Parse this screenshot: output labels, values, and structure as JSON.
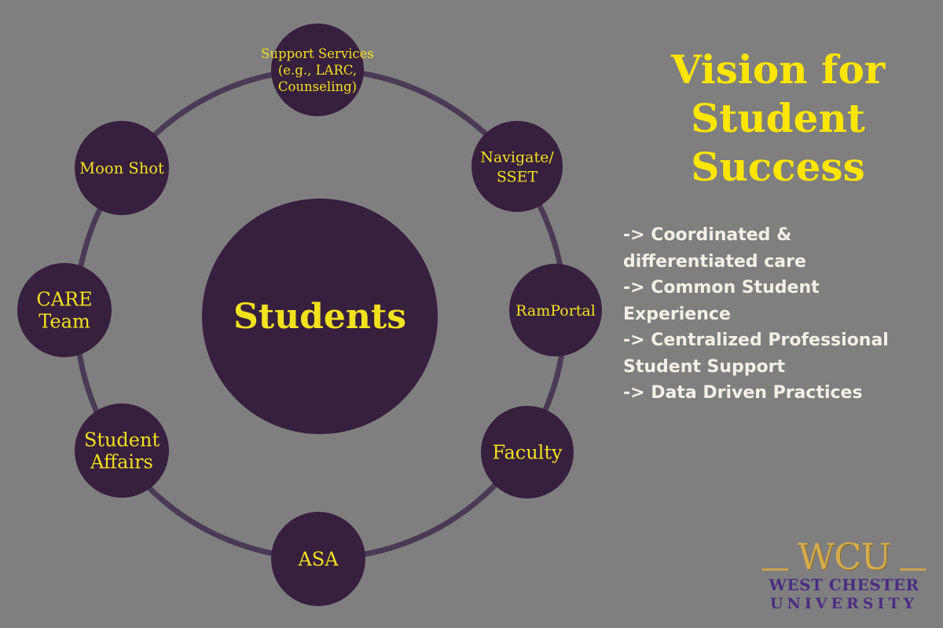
{
  "diagram": {
    "center": {
      "label": "Students"
    },
    "nodes": [
      {
        "id": "support-services",
        "lines": [
          "Support Services",
          "(e.g., LARC,",
          "Counseling)"
        ]
      },
      {
        "id": "navigate-sset",
        "lines": [
          "Navigate/",
          "SSET"
        ]
      },
      {
        "id": "ramportal",
        "lines": [
          "RamPortal"
        ]
      },
      {
        "id": "faculty",
        "lines": [
          "Faculty"
        ]
      },
      {
        "id": "asa",
        "lines": [
          "ASA"
        ]
      },
      {
        "id": "student-affairs",
        "lines": [
          "Student",
          "Affairs"
        ]
      },
      {
        "id": "care-team",
        "lines": [
          "CARE",
          "Team"
        ]
      },
      {
        "id": "moon-shot",
        "lines": [
          "Moon Shot"
        ]
      }
    ]
  },
  "heading": {
    "lines": [
      "Vision for",
      "Student",
      "Success"
    ]
  },
  "points": {
    "lines": [
      "-> Coordinated &",
      "differentiated care",
      "-> Common Student",
      "Experience",
      "-> Centralized Professional",
      "Student Support",
      "-> Data Driven Practices"
    ]
  },
  "logo": {
    "mark": "WCU",
    "line1": "WEST CHESTER",
    "line2": "UNIVERSITY"
  },
  "colors": {
    "background": "#7f7f7f",
    "circle_fill": "#371f3e",
    "ring": "#4a3a55",
    "label_yellow": "#f2e21e",
    "heading_yellow": "#ffe600",
    "body_text": "#f4f0e6",
    "logo_gold": "#d5ab4c",
    "logo_purple": "#4b2d83"
  }
}
